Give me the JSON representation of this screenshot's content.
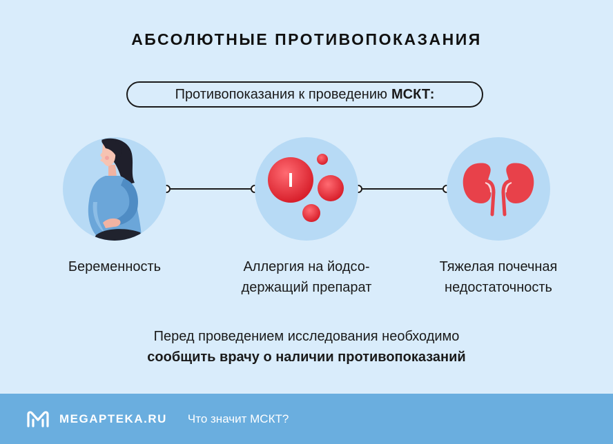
{
  "title": "АБСОЛЮТНЫЕ ПРОТИВОПОКАЗАНИЯ",
  "pill": {
    "text": "Противопоказания к проведению",
    "bold": "МСКТ:"
  },
  "items": [
    {
      "icon": "pregnant-woman-icon",
      "line1": "Беременность",
      "line2": ""
    },
    {
      "icon": "allergy-pills-icon",
      "line1": "Аллергия на йодсо-",
      "line2": "держащий препарат"
    },
    {
      "icon": "kidneys-icon",
      "line1": "Тяжелая почечная",
      "line2": "недостаточность"
    }
  ],
  "note": {
    "line1": "Перед проведением исследования необходимо",
    "line2": "сообщить врачу о наличии противопоказаний"
  },
  "footer": {
    "brand": "MEGAPTEKA.RU",
    "subtitle": "Что значит МСКТ?"
  },
  "colors": {
    "background": "#d9ecfb",
    "circle": "#b7daf5",
    "footer": "#6aaedf",
    "accent_red": "#e0303a"
  }
}
